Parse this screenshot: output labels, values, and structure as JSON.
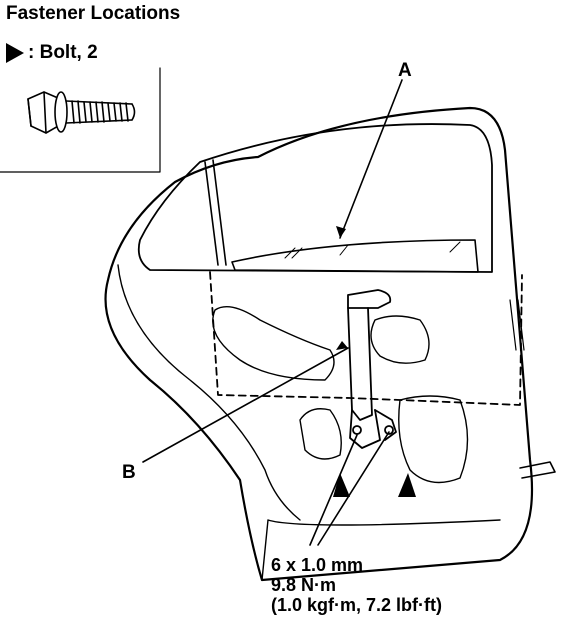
{
  "title": "Fastener Locations",
  "legend": {
    "icon": "filled-triangle-icon",
    "text": ": Bolt, 2"
  },
  "callouts": {
    "a": "A",
    "b": "B"
  },
  "spec": {
    "line1": "6 x 1.0 mm",
    "line2": "9.8 N·m",
    "line3": "(1.0 kgf·m, 7.2 lbf·ft)"
  }
}
